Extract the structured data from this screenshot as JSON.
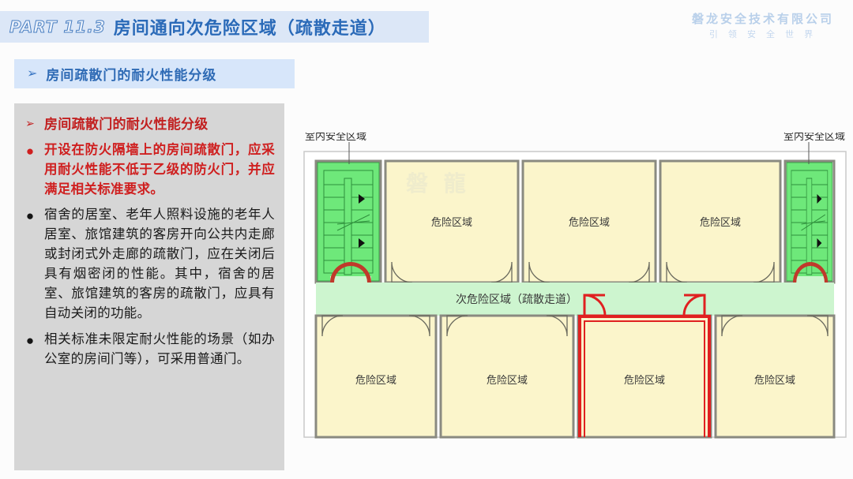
{
  "header": {
    "part_label": "PART 11.3",
    "title": "房间通向次危险区域（疏散走道）",
    "brand_name": "磐龙安全技术有限公司",
    "brand_slogan": "引 领 安 全 世 界"
  },
  "subheading": {
    "arrow": "➢",
    "text": "房间疏散门的耐火性能分级"
  },
  "content": {
    "bullets": [
      {
        "marker": "➢",
        "style": "head",
        "text": "房间疏散门的耐火性能分级"
      },
      {
        "marker": "●",
        "style": "red",
        "text": "开设在防火隔墙上的房间疏散门，应采用耐火性能不低于乙级的防火门，并应满足相关标准要求。"
      },
      {
        "marker": "●",
        "style": "black",
        "text": "宿舍的居室、老年人照料设施的老年人居室、旅馆建筑的客房开向公共内走廊或封闭式外走廊的疏散门，应在关闭后具有烟密闭的性能。其中，宿舍的居室、旅馆建筑的客房的疏散门，应具有自动关闭的功能。"
      },
      {
        "marker": "●",
        "style": "black",
        "text": "相关标准未限定耐火性能的场景（如办公室的房间门等），可采用普通门。"
      }
    ]
  },
  "diagram": {
    "label_safe_left": "室内安全区域",
    "label_safe_right": "室内安全区域",
    "label_corridor": "次危险区域（疏散走道）",
    "watermark": "磐 龍",
    "top_rooms": [
      "危险区域",
      "危险区域",
      "危险区域"
    ],
    "bottom_rooms": [
      "危险区域",
      "危险区域",
      "危险区域",
      "危险区域"
    ],
    "highlighted_room_index": 2,
    "colors": {
      "stair_green": "#6ee87a",
      "corridor_green": "#cdf5cf",
      "room_yellow": "#fbf5cb",
      "wall_gray": "#8a8a80",
      "highlight_red": "#e02020",
      "door_red": "#c0392b",
      "text_dark": "#3a3a3a"
    }
  }
}
